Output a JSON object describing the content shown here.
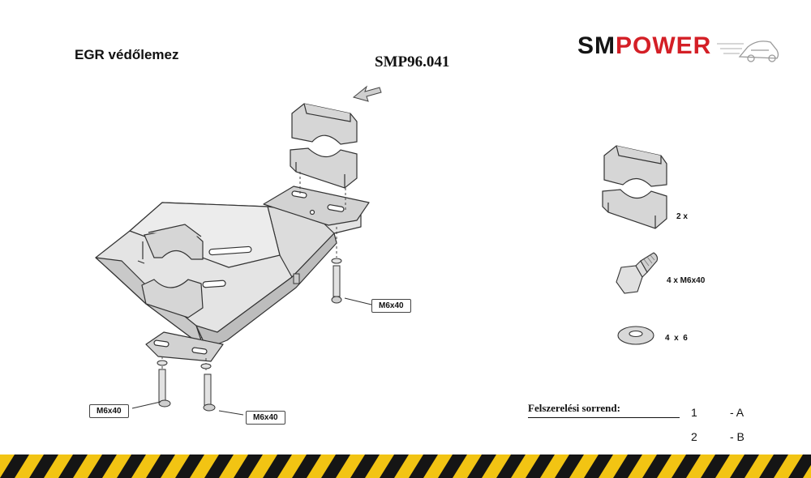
{
  "title": "EGR védőlemez",
  "product_code": "SMP96.041",
  "logo": {
    "text_dark": "SM",
    "text_red": "POWER",
    "brand_red": "#d41f26",
    "brand_dark": "#141414"
  },
  "callouts": {
    "bolt_right": "M6x40",
    "bolt_left_a": "M6x40",
    "bolt_left_b": "M6x40"
  },
  "parts_list": [
    {
      "icon": "clamp-icon",
      "qty": "2 x"
    },
    {
      "icon": "bolt-icon",
      "qty": "4 x M6x40"
    },
    {
      "icon": "washer-icon",
      "qty": "4  x  6"
    }
  ],
  "assembly_order": {
    "label": "Felszerelési sorrend:",
    "steps": [
      {
        "number": "1",
        "part": "- A"
      },
      {
        "number": "2",
        "part": "- B"
      }
    ]
  },
  "colors": {
    "stripe_yellow": "#f2c413",
    "stripe_black": "#151515",
    "line": "#333333"
  }
}
